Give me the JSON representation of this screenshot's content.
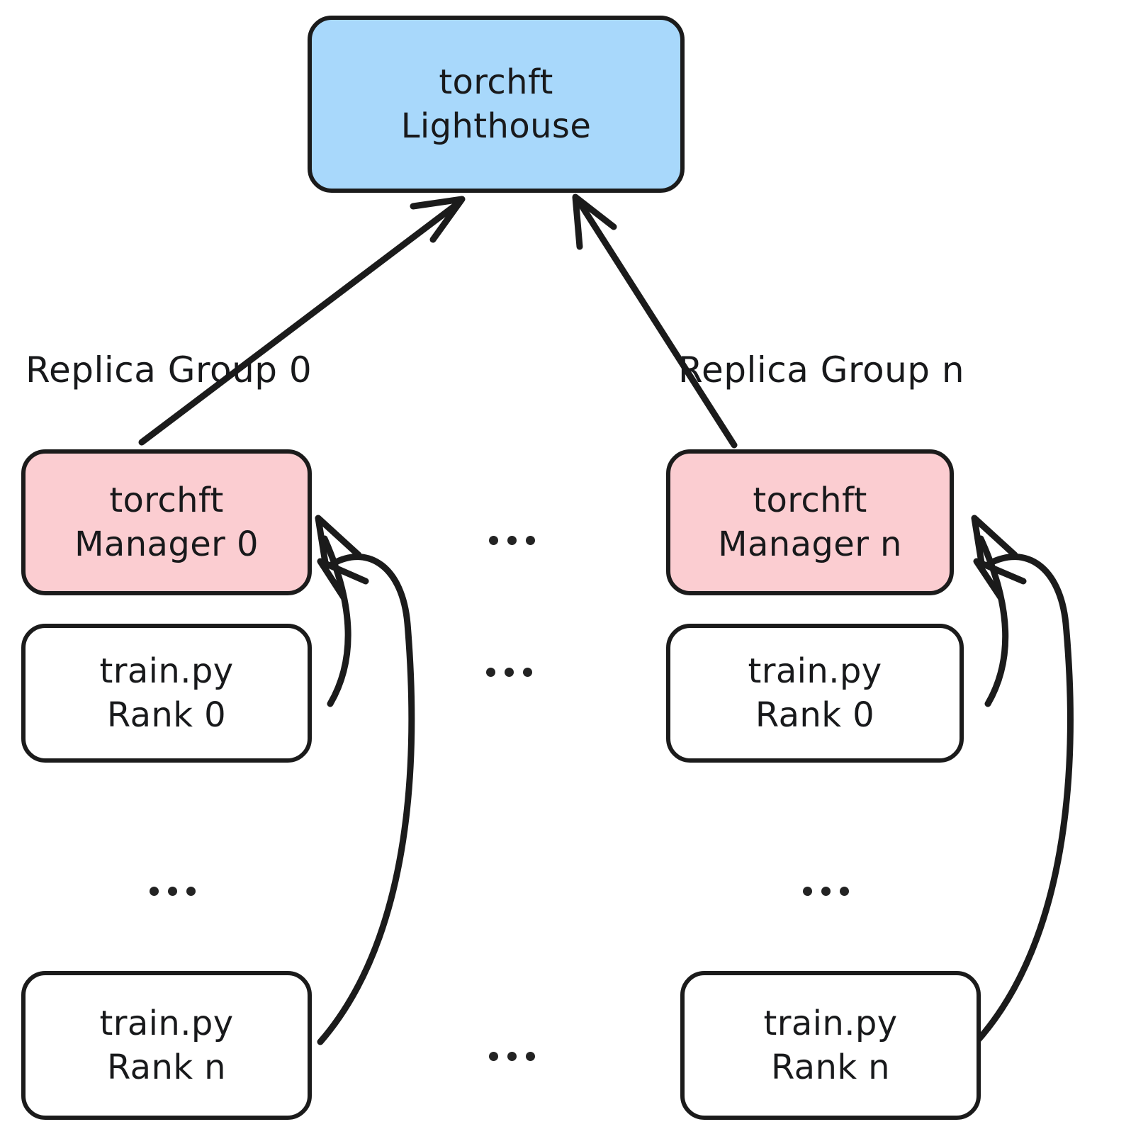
{
  "diagram": {
    "title": "torchft Lighthouse / Manager / train.py architecture",
    "background_color": "#ffffff",
    "stroke_color": "#1b1b1b",
    "colors": {
      "lighthouse_fill": "#a8d8fb",
      "manager_fill": "#fbcdd1",
      "worker_fill": "#ffffff",
      "border": "#1b1b1b",
      "text": "#18191b"
    }
  },
  "nodes": {
    "lighthouse": {
      "line1": "torchft",
      "line2": "Lighthouse",
      "fill": "#a8d8fb"
    },
    "manager_0": {
      "line1": "torchft",
      "line2": "Manager 0",
      "fill": "#fbcdd1"
    },
    "manager_n": {
      "line1": "torchft",
      "line2": "Manager n",
      "fill": "#fbcdd1"
    },
    "worker_left_rank0": {
      "line1": "train.py",
      "line2": "Rank 0",
      "fill": "#ffffff"
    },
    "worker_left_rankn": {
      "line1": "train.py",
      "line2": "Rank n",
      "fill": "#ffffff"
    },
    "worker_right_rank0": {
      "line1": "train.py",
      "line2": "Rank 0",
      "fill": "#ffffff"
    },
    "worker_right_rankn": {
      "line1": "train.py",
      "line2": "Rank n",
      "fill": "#ffffff"
    }
  },
  "group_labels": {
    "left": "Replica Group 0",
    "right": "Replica Group n"
  },
  "ellipses": [
    {
      "name": "ellipsis-between-managers",
      "text": "..."
    },
    {
      "name": "ellipsis-between-rank0-workers",
      "text": "..."
    },
    {
      "name": "ellipsis-left-column-ranks",
      "text": "..."
    },
    {
      "name": "ellipsis-right-column-ranks",
      "text": "..."
    },
    {
      "name": "ellipsis-between-rankn-workers",
      "text": "..."
    }
  ],
  "edges": [
    {
      "name": "manager-0-to-lighthouse",
      "from": "manager_0",
      "to": "lighthouse",
      "style": "straight-arrow"
    },
    {
      "name": "manager-n-to-lighthouse",
      "from": "manager_n",
      "to": "lighthouse",
      "style": "straight-arrow"
    },
    {
      "name": "left-rank-0-to-manager-0",
      "from": "worker_left_rank0",
      "to": "manager_0",
      "style": "curved-arrow"
    },
    {
      "name": "left-rank-n-to-manager-0",
      "from": "worker_left_rankn",
      "to": "manager_0",
      "style": "curved-arrow"
    },
    {
      "name": "right-rank-0-to-manager-n",
      "from": "worker_right_rank0",
      "to": "manager_n",
      "style": "curved-arrow"
    },
    {
      "name": "right-rank-n-to-manager-n",
      "from": "worker_right_rankn",
      "to": "manager_n",
      "style": "curved-arrow"
    }
  ]
}
